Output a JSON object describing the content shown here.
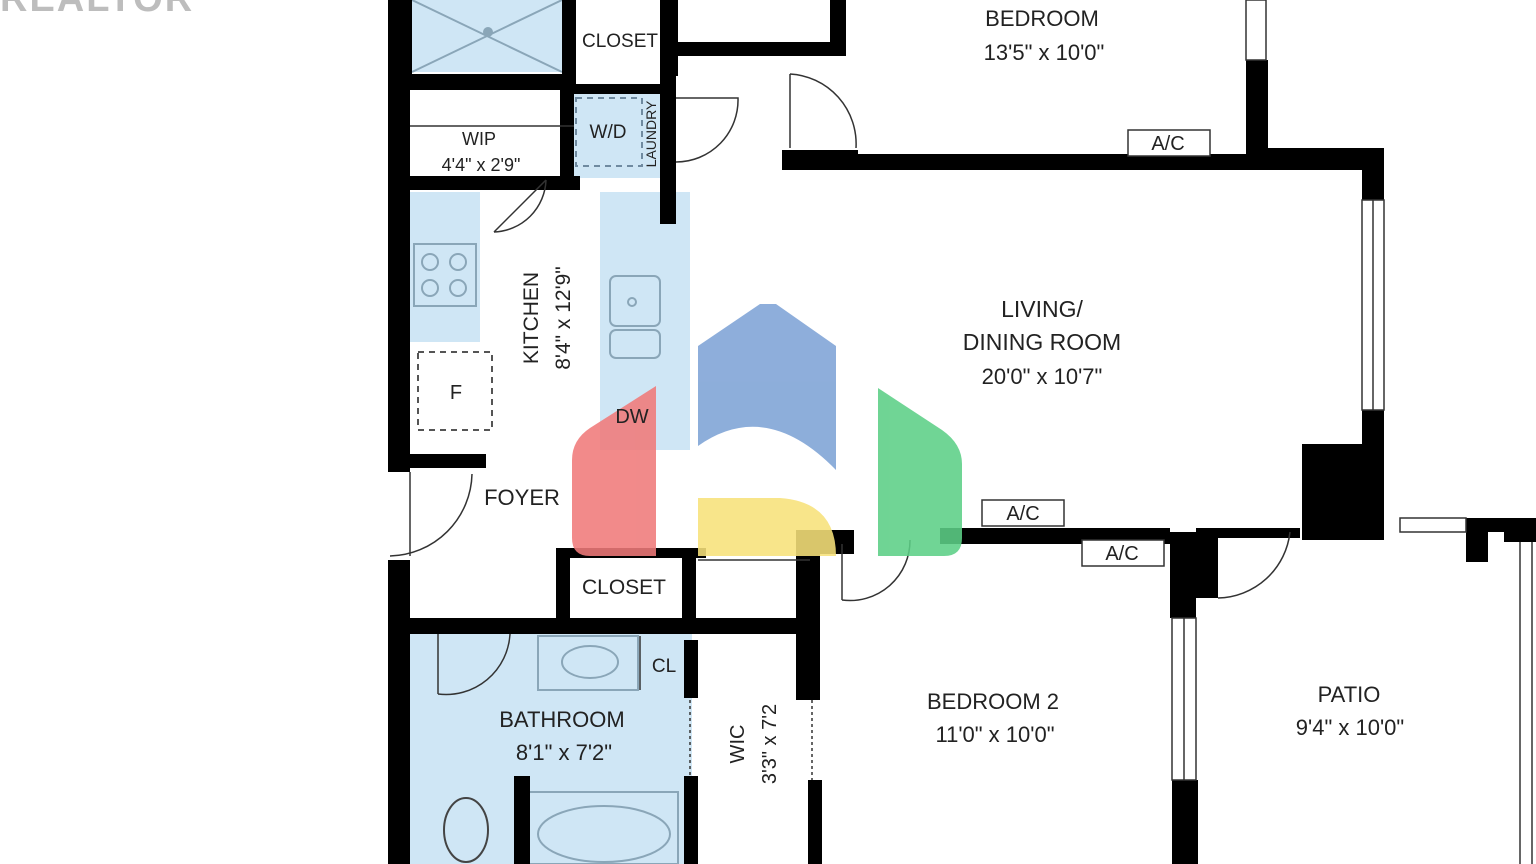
{
  "watermark_text": "REALTOR",
  "colors": {
    "wall": "#000000",
    "wet_area": "#cfe6f5",
    "fixture_stroke": "#8aa6b8",
    "logo_blue": "#7ea3d6",
    "logo_red": "#f07a7a",
    "logo_yellow": "#f8e27a",
    "logo_green": "#5ccf86"
  },
  "rooms": {
    "bedroom": {
      "name": "BEDROOM",
      "size": "13'5\" x 10'0\""
    },
    "closet_top": {
      "name": "CLOSET"
    },
    "wip": {
      "name": "WIP",
      "size": "4'4\" x 2'9\""
    },
    "wd": {
      "name": "W/D"
    },
    "laundry": {
      "name": "LAUNDRY"
    },
    "ac_top": {
      "name": "A/C"
    },
    "kitchen": {
      "name": "KITCHEN",
      "size": "8'4\" x 12'9\""
    },
    "fridge": {
      "name": "F"
    },
    "dw": {
      "name": "DW"
    },
    "living": {
      "line1": "LIVING/",
      "line2": "DINING ROOM",
      "size": "20'0\" x 10'7\""
    },
    "foyer": {
      "name": "FOYER"
    },
    "ac_mid": {
      "name": "A/C"
    },
    "ac_bed2": {
      "name": "A/C"
    },
    "closet_foyer": {
      "name": "CLOSET"
    },
    "cl": {
      "name": "CL"
    },
    "bathroom": {
      "name": "BATHROOM",
      "size": "8'1\" x 7'2\""
    },
    "wic": {
      "name": "WIC",
      "size": "3'3\" x 7'2"
    },
    "bedroom2": {
      "name": "BEDROOM 2",
      "size": "11'0\" x 10'0\""
    },
    "patio": {
      "name": "PATIO",
      "size": "9'4\" x 10'0\""
    }
  }
}
